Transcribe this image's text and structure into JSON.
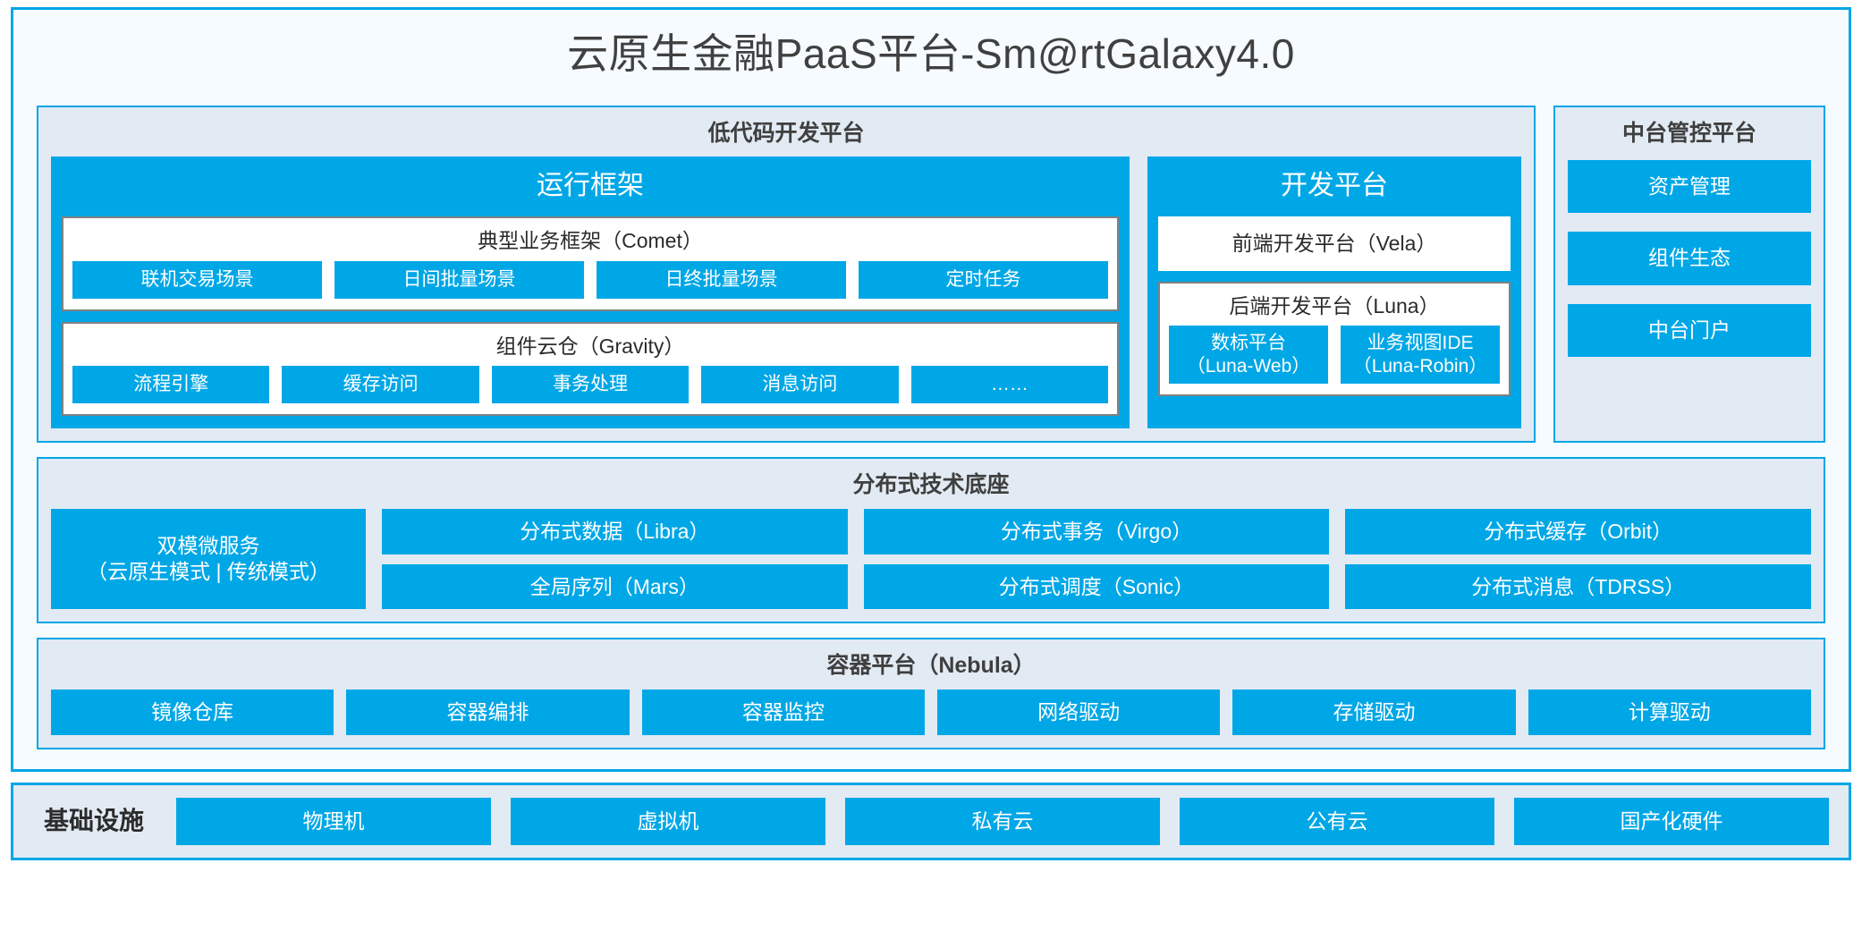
{
  "platform": {
    "title": "云原生金融PaaS平台-Sm@rtGalaxy4.0",
    "accent_color": "#00a7e6",
    "panel_color": "#e2eaf3",
    "frame_bg": "#f5fbfe"
  },
  "lowcode": {
    "title": "低代码开发平台",
    "runtime": {
      "title": "运行框架",
      "groups": [
        {
          "title": "典型业务框架（Comet）",
          "items": [
            "联机交易场景",
            "日间批量场景",
            "日终批量场景",
            "定时任务"
          ]
        },
        {
          "title": "组件云仓（Gravity）",
          "items": [
            "流程引擎",
            "缓存访问",
            "事务处理",
            "消息访问",
            "……"
          ]
        }
      ]
    },
    "devplatform": {
      "title": "开发平台",
      "frontend": "前端开发平台（Vela）",
      "backend": {
        "title": "后端开发平台（Luna）",
        "items": [
          {
            "line1": "数标平台",
            "line2": "（Luna-Web）"
          },
          {
            "line1": "业务视图IDE",
            "line2": "（Luna-Robin）"
          }
        ]
      }
    }
  },
  "control_platform": {
    "title": "中台管控平台",
    "items": [
      "资产管理",
      "组件生态",
      "中台门户"
    ]
  },
  "tech_base": {
    "title": "分布式技术底座",
    "microservice": {
      "line1": "双模微服务",
      "line2": "（云原生模式 | 传统模式）"
    },
    "columns": [
      [
        "分布式数据（Libra）",
        "全局序列（Mars）"
      ],
      [
        "分布式事务（Virgo）",
        "分布式调度（Sonic）"
      ],
      [
        "分布式缓存（Orbit）",
        "分布式消息（TDRSS）"
      ]
    ]
  },
  "container_platform": {
    "title": "容器平台（Nebula）",
    "items": [
      "镜像仓库",
      "容器编排",
      "容器监控",
      "网络驱动",
      "存储驱动",
      "计算驱动"
    ]
  },
  "infrastructure": {
    "label": "基础设施",
    "items": [
      "物理机",
      "虚拟机",
      "私有云",
      "公有云",
      "国产化硬件"
    ]
  }
}
